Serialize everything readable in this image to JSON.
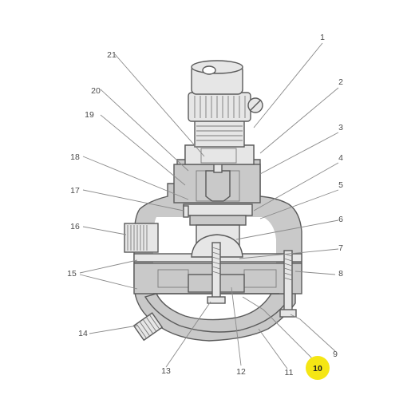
{
  "callouts": [
    {
      "id": "1",
      "text": "1"
    },
    {
      "id": "2",
      "text": "2"
    },
    {
      "id": "3",
      "text": "3"
    },
    {
      "id": "4",
      "text": "4"
    },
    {
      "id": "5",
      "text": "5"
    },
    {
      "id": "6",
      "text": "6"
    },
    {
      "id": "7",
      "text": "7"
    },
    {
      "id": "8",
      "text": "8"
    },
    {
      "id": "9",
      "text": "9"
    },
    {
      "id": "10",
      "text": "10",
      "highlighted": true
    },
    {
      "id": "11",
      "text": "11"
    },
    {
      "id": "12",
      "text": "12"
    },
    {
      "id": "13",
      "text": "13"
    },
    {
      "id": "14",
      "text": "14"
    },
    {
      "id": "15",
      "text": "15"
    },
    {
      "id": "16",
      "text": "16"
    },
    {
      "id": "17",
      "text": "17"
    },
    {
      "id": "18",
      "text": "18"
    },
    {
      "id": "19",
      "text": "19"
    },
    {
      "id": "20",
      "text": "20"
    },
    {
      "id": "21",
      "text": "21"
    }
  ],
  "colors": {
    "section_fill": "#c9c9c9",
    "part_fill": "#e6e6e6",
    "outline": "#5a5a5a",
    "highlight": "#f5e614"
  }
}
